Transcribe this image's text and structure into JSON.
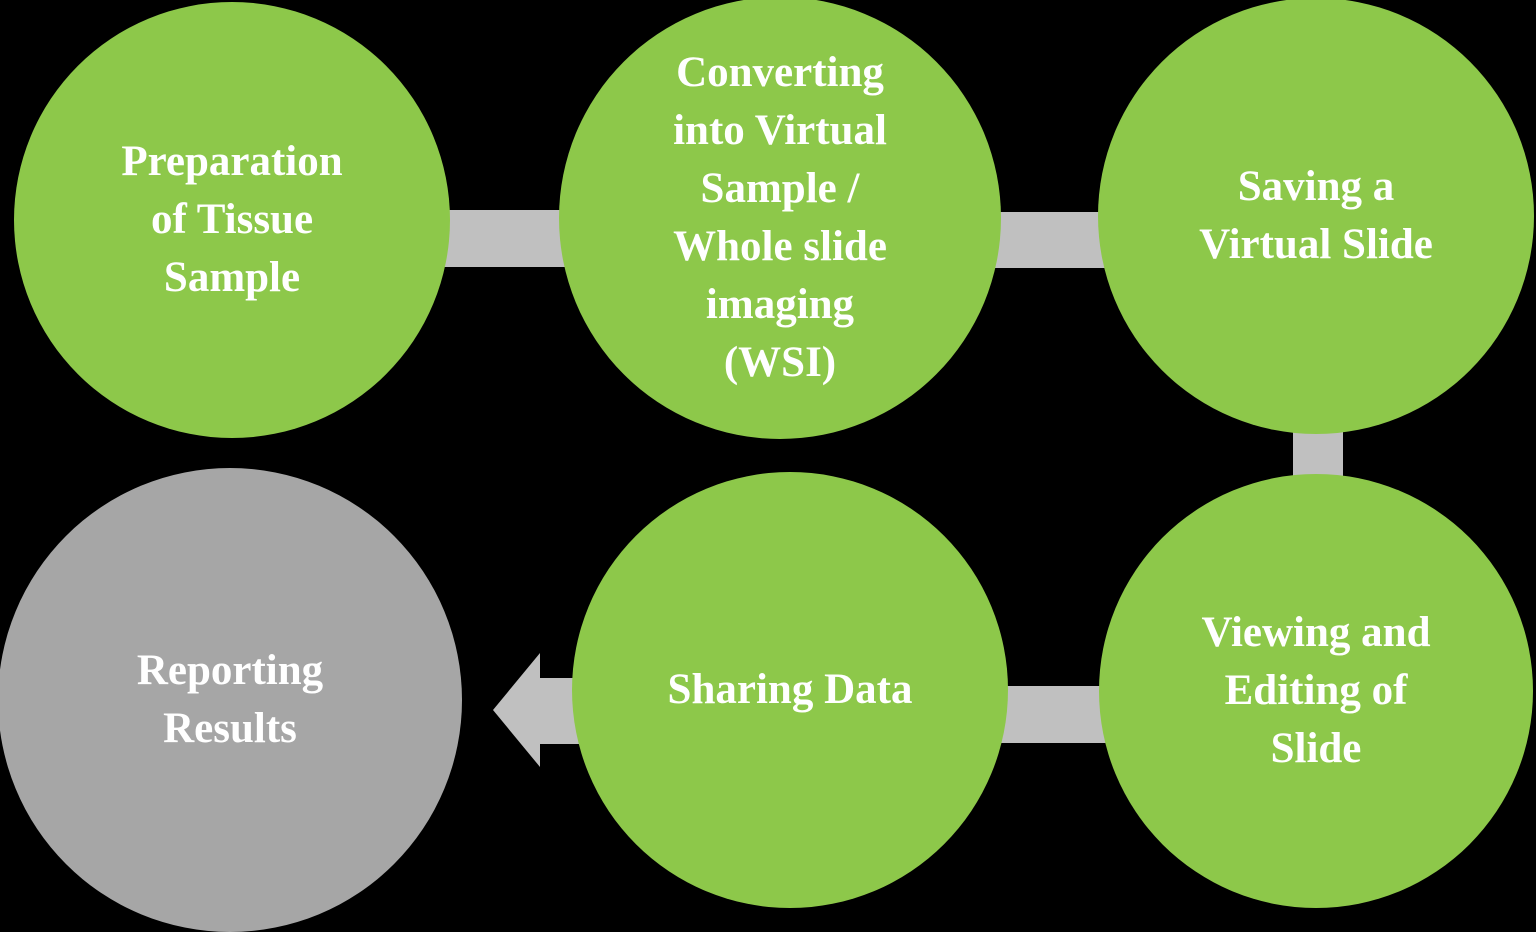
{
  "title": "Digital pathology workflow process diagram",
  "colors": {
    "background": "#000000",
    "node_green": "#8DC84A",
    "node_gray": "#A6A6A6",
    "connector": "#C0C0C0",
    "text": "#FFFFFF"
  },
  "nodes": [
    {
      "id": "preparation",
      "label": "Preparation of Tissue Sample",
      "lines": [
        "Preparation",
        "of Tissue",
        "Sample"
      ],
      "shape": "circle",
      "color": "green",
      "position": "top-left"
    },
    {
      "id": "converting",
      "label": "Converting into Virtual Sample / Whole slide imaging (WSI)",
      "lines": [
        "Converting",
        "into Virtual",
        "Sample /",
        "Whole slide",
        "imaging",
        "(WSI)"
      ],
      "shape": "circle",
      "color": "green",
      "position": "top-center"
    },
    {
      "id": "saving",
      "label": "Saving a Virtual Slide",
      "lines": [
        "Saving a",
        "Virtual Slide"
      ],
      "shape": "circle",
      "color": "green",
      "position": "top-right"
    },
    {
      "id": "viewing",
      "label": "Viewing and Editing of Slide",
      "lines": [
        "Viewing and",
        "Editing of",
        "Slide"
      ],
      "shape": "circle",
      "color": "green",
      "position": "bottom-right"
    },
    {
      "id": "sharing",
      "label": "Sharing Data",
      "lines": [
        "Sharing Data"
      ],
      "shape": "circle",
      "color": "green",
      "position": "bottom-center"
    },
    {
      "id": "reporting",
      "label": "Reporting Results",
      "lines": [
        "Reporting",
        "Results"
      ],
      "shape": "circle",
      "color": "gray",
      "position": "bottom-left"
    }
  ],
  "edges": [
    {
      "from": "preparation",
      "to": "converting",
      "style": "bar",
      "direction": "horizontal"
    },
    {
      "from": "converting",
      "to": "saving",
      "style": "bar",
      "direction": "horizontal"
    },
    {
      "from": "saving",
      "to": "viewing",
      "style": "bar",
      "direction": "vertical"
    },
    {
      "from": "viewing",
      "to": "sharing",
      "style": "bar",
      "direction": "horizontal"
    },
    {
      "from": "sharing",
      "to": "reporting",
      "style": "arrow",
      "direction": "left"
    }
  ]
}
